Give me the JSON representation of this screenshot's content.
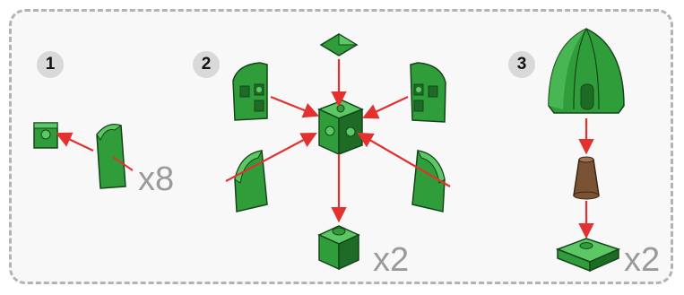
{
  "steps": [
    {
      "number": "1",
      "quantity": "x8"
    },
    {
      "number": "2",
      "quantity": "x2"
    },
    {
      "number": "3",
      "quantity": "x2"
    }
  ],
  "colors": {
    "brick_green": "#2f9e3a",
    "brick_green_dark": "#1d6b25",
    "brick_green_light": "#5cc765",
    "brick_brown": "#7a5234",
    "arrow_red": "#e2312f",
    "quantity_grey": "#9a9a9a",
    "badge_grey": "#d9d9d9",
    "border_grey": "#b3b3b3"
  }
}
